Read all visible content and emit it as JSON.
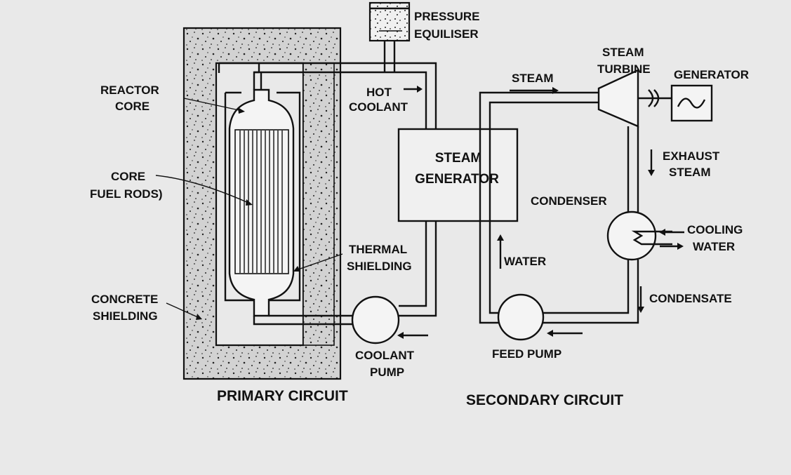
{
  "diagram": {
    "labels": {
      "pressure_1": "PRESSURE",
      "pressure_2": "EQUILISER",
      "reactor_1": "REACTOR",
      "reactor_2": "CORE",
      "core_1": "CORE",
      "core_2": "FUEL RODS)",
      "concrete_1": "CONCRETE",
      "concrete_2": "SHIELDING",
      "hot_1": "HOT",
      "hot_2": "COOLANT",
      "sg_1": "STEAM",
      "sg_2": "GENERATOR",
      "thermal_1": "THERMAL",
      "thermal_2": "SHIELDING",
      "coolant_pump_1": "COOLANT",
      "coolant_pump_2": "PUMP",
      "steam": "STEAM",
      "turbine_1": "STEAM",
      "turbine_2": "TURBINE",
      "generator": "GENERATOR",
      "exhaust_1": "EXHAUST",
      "exhaust_2": "STEAM",
      "condenser": "CONDENSER",
      "cooling_1": "COOLING",
      "cooling_2": "WATER",
      "water": "WATER",
      "condensate": "CONDENSATE",
      "feed_pump": "FEED PUMP"
    },
    "primary_title": "PRIMARY CIRCUIT",
    "secondary_title": "SECONDARY CIRCUIT"
  },
  "colors": {
    "background": "#e9e9e9",
    "ink": "#111111"
  }
}
